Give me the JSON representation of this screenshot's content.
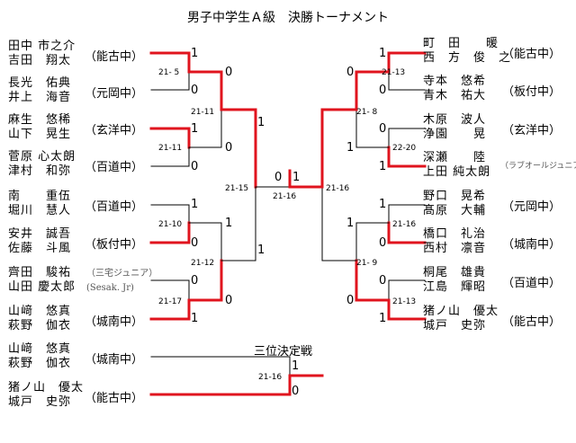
{
  "title": "男子中学生Ａ級　決勝トーナメント",
  "third_place_label": "三位決定戦",
  "colors": {
    "winner_line": "#e0141e",
    "loser_line": "#000000"
  },
  "pairs": [
    {
      "names": [
        "田中 市之介",
        "吉田　翔太"
      ],
      "school": "（能古中）"
    },
    {
      "names": [
        "長光　佑典",
        "井上　海音"
      ],
      "school": "（元岡中）"
    },
    {
      "names": [
        "麻生　悠稀",
        "山下　晃生"
      ],
      "school": "（玄洋中）"
    },
    {
      "names": [
        "菅原 心太朗",
        "津村　和弥"
      ],
      "school": "（百道中）"
    },
    {
      "names": [
        "南　　重伍",
        "堀川　慧人"
      ],
      "school": "（百道中）"
    },
    {
      "names": [
        "安井　誠吾",
        "佐藤　斗風"
      ],
      "school": "（板付中）"
    },
    {
      "names": [
        "齊田　駿祐",
        "山田 慶太郎"
      ],
      "school": "（三宅ジュニア）",
      "junior": true,
      "junior_en": "(Sesak. Jr)"
    },
    {
      "names": [
        "山﨑　悠真",
        "萩野　伽衣"
      ],
      "school": "（城南中）"
    },
    {
      "names": [
        "町　田　　暖",
        "西　方　俊　之"
      ],
      "school": "（能古中）"
    },
    {
      "names": [
        "寺本　悠希",
        "青木　祐大"
      ],
      "school": "（板付中）"
    },
    {
      "names": [
        "木原　波人",
        "浄園　　晃"
      ],
      "school": "（玄洋中）"
    },
    {
      "names": [
        "深瀬　　陸",
        "上田 純太朗"
      ],
      "school": "（ラブオールジュニア）",
      "junior": true
    },
    {
      "names": [
        "野口　晃希",
        "髙原　大輔"
      ],
      "school": "（元岡中）"
    },
    {
      "names": [
        "橋口　礼治",
        "西村　凛音"
      ],
      "school": "（城南中）"
    },
    {
      "names": [
        "桐尾　雄貴",
        "江島　輝昭"
      ],
      "school": "（百道中）"
    },
    {
      "names": [
        "猪ノ山　優太",
        "城戸　史弥"
      ],
      "school": "（能古中）"
    },
    {
      "names": [
        "山﨑　悠真",
        "萩野　伽衣"
      ],
      "school": "（城南中）"
    },
    {
      "names": [
        "猪ノ山　優太",
        "城戸　史弥"
      ],
      "school": "（能古中）"
    }
  ],
  "scores": [
    "21- 5",
    "21-11",
    "21-11",
    "21-10",
    "21-12",
    "21-17",
    "21-15",
    "21-16",
    "21-13",
    "21- 8",
    "22-20",
    "21-16",
    "21- 9",
    "21-13",
    "21-16",
    "21-16"
  ],
  "results": [
    "1",
    "0",
    "1",
    "0",
    "1",
    "0",
    "0",
    "1",
    "0",
    "0",
    "1",
    "0",
    "1",
    "1",
    "0",
    "1",
    "1",
    "0",
    "0",
    "1",
    "1",
    "0",
    "0",
    "1",
    "0",
    "1",
    "1",
    "0",
    "1",
    "0"
  ]
}
